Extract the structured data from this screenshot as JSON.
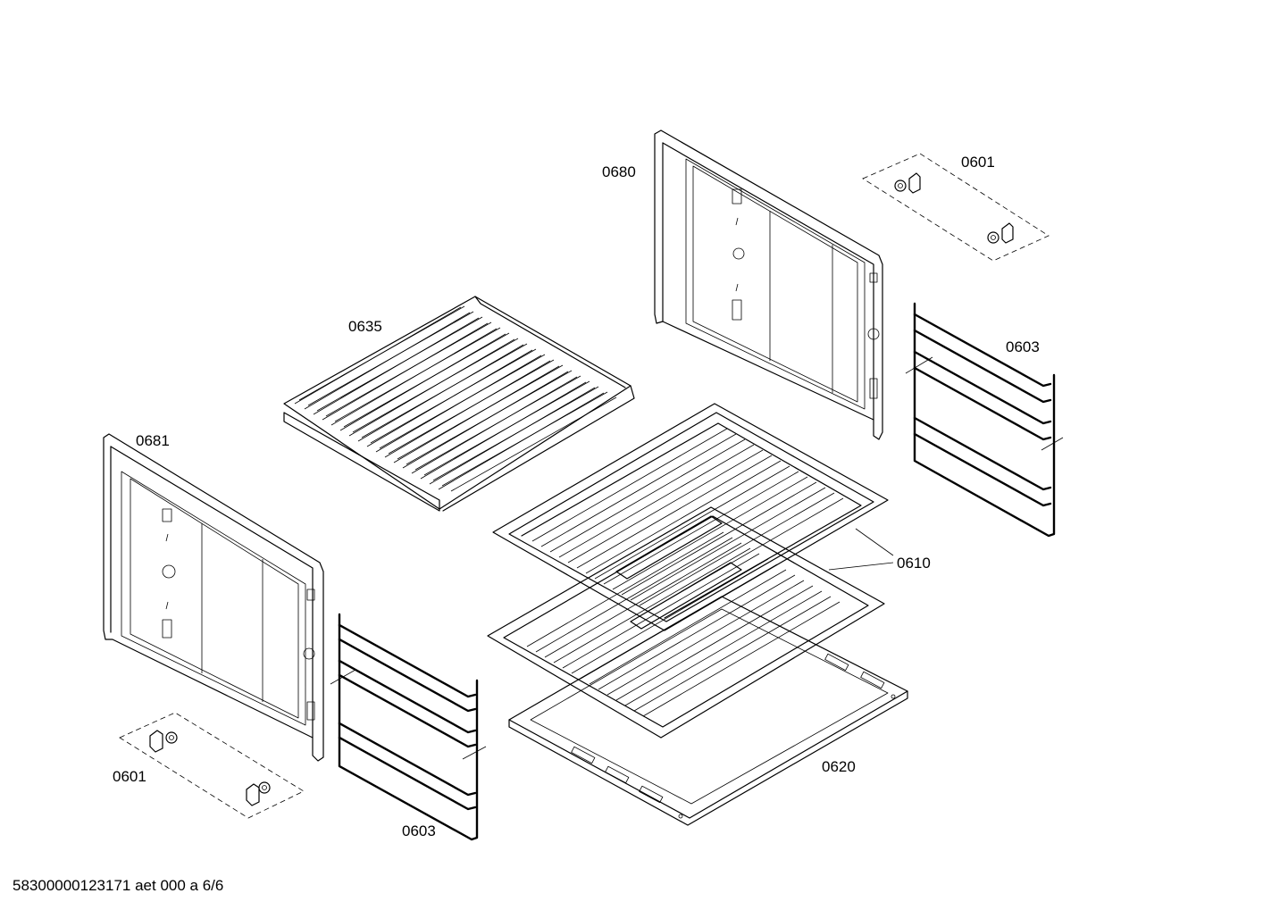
{
  "labels": {
    "side_panel_right": "0680",
    "side_panel_left": "0681",
    "clips_top": "0601",
    "clips_bottom": "0601",
    "shelf_support_right": "0603",
    "shelf_support_left": "0603",
    "wire_rack": "0635",
    "grids": "0610",
    "baking_tray": "0620"
  },
  "footer": {
    "document_id": "58300000123171 aet 000 a 6/6"
  }
}
